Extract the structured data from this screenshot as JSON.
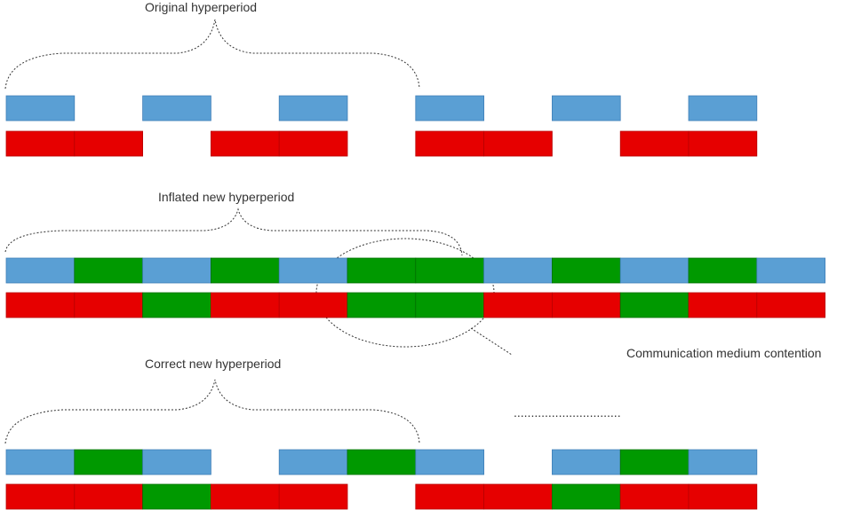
{
  "labels": {
    "original": "Original hyperperiod",
    "inflated": "Inflated new hyperperiod",
    "correct": "Correct new hyperperiod",
    "contention": "Communication medium contention",
    "ellipsis": "..............................."
  },
  "colors": {
    "blue": "#5a9fd4",
    "blue_stroke": "#3f7fb8",
    "red": "#e60000",
    "red_stroke": "#b80000",
    "green": "#009900",
    "green_stroke": "#007000",
    "dotted": "#333333"
  },
  "rows": {
    "original": {
      "blue": [
        "blue",
        null,
        "blue",
        null,
        "blue",
        null,
        "blue",
        null,
        "blue",
        null,
        "blue",
        null
      ],
      "red": [
        "red",
        "red",
        null,
        "red",
        "red",
        null,
        "red",
        "red",
        null,
        "red",
        "red",
        null
      ]
    },
    "inflated": {
      "blue": [
        "blue",
        "green",
        "blue",
        "green",
        "blue",
        "green",
        "green",
        "blue",
        "green",
        "blue",
        "green",
        "blue"
      ],
      "red": [
        "red",
        "red",
        "green",
        "red",
        "red",
        "green",
        "green",
        "red",
        "red",
        "green",
        "red",
        "red"
      ]
    },
    "correct": {
      "blue": [
        "blue",
        "green",
        "blue",
        null,
        "blue",
        "green",
        "blue",
        null,
        "blue",
        "green",
        "blue",
        null
      ],
      "red": [
        "red",
        "red",
        "green",
        "red",
        "red",
        null,
        "red",
        "red",
        "green",
        "red",
        "red",
        null
      ]
    }
  }
}
